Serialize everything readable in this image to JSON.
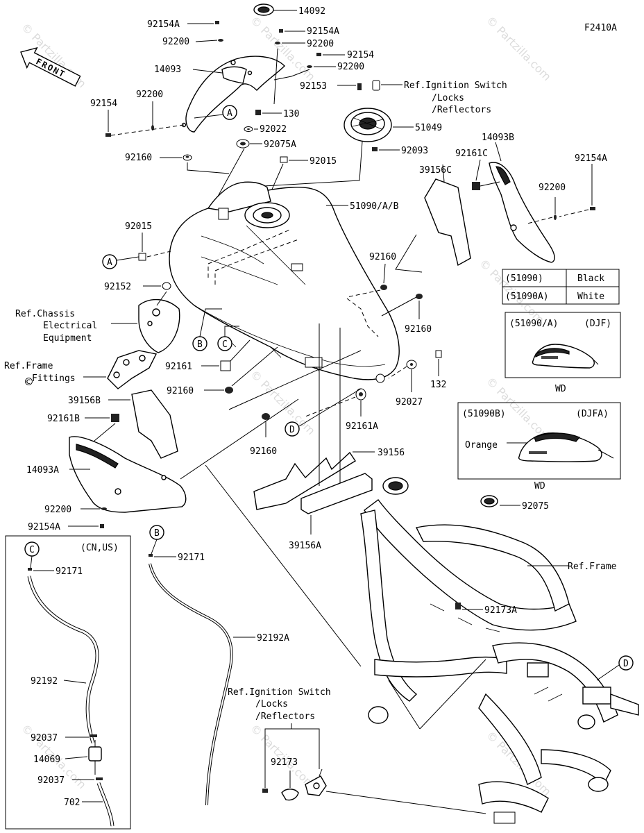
{
  "figure_code": "F2410A",
  "front_label": "FRONT",
  "watermark": "© Partzilla.com",
  "callouts": {
    "A": "A",
    "B": "B",
    "C": "C",
    "D": "D"
  },
  "part_labels": {
    "p14092": "14092",
    "p92154A_1": "92154A",
    "p92200_1": "92200",
    "p92154A_2": "92154A",
    "p92200_2": "92200",
    "p92154": "92154",
    "p92200_3": "92200",
    "p14093": "14093",
    "p92153": "92153",
    "ref_ign_1_a": "Ref.Ignition Switch",
    "ref_ign_1_b": "/Locks",
    "ref_ign_1_c": "/Reflectors",
    "p92154_left": "92154",
    "p92200_left": "92200",
    "p130": "130",
    "p92022": "92022",
    "p51049": "51049",
    "p92075A": "92075A",
    "p92093": "92093",
    "p92160_top": "92160",
    "p92015_top": "92015",
    "p14093B": "14093B",
    "p92161C": "92161C",
    "p39156C": "39156C",
    "p92154A_r": "92154A",
    "p92200_r": "92200",
    "p51090": "51090/A/B",
    "p92015_left": "92015",
    "p92160_mid": "92160",
    "p92152": "92152",
    "p92160_right": "92160",
    "ref_chassis_a": "Ref.Chassis",
    "ref_chassis_b": "Electrical",
    "ref_chassis_c": "Equipment",
    "ref_frame_fit_a": "Ref.Frame",
    "ref_frame_fit_b": "Fittings",
    "p92161": "92161",
    "p92160_b": "92160",
    "p132": "132",
    "p92027": "92027",
    "p39156B": "39156B",
    "p92161B": "92161B",
    "p92161A": "92161A",
    "p92160_c": "92160",
    "p39156": "39156",
    "p14093A": "14093A",
    "p92200_lo": "92200",
    "p92154A_lo": "92154A",
    "p39156A": "39156A",
    "p92075": "92075",
    "ref_frame": "Ref.Frame",
    "p92171_b": "92171",
    "p92171_c": "92171",
    "cn_us": "(CN,US)",
    "p92192A": "92192A",
    "p92173A": "92173A",
    "p92192": "92192",
    "p92037_a": "92037",
    "p14069": "14069",
    "p92037_b": "92037",
    "p702": "702",
    "ref_ign_2_a": "Ref.Ignition Switch",
    "ref_ign_2_b": "/Locks",
    "ref_ign_2_c": "/Reflectors",
    "p92173": "92173"
  },
  "color_table": {
    "rows": [
      {
        "code": "(51090)",
        "color": "Black"
      },
      {
        "code": "(51090A)",
        "color": "White"
      }
    ]
  },
  "variant_box_1": {
    "code": "(51090/A)",
    "tag": "(DJF)",
    "footer": "WD"
  },
  "variant_box_2": {
    "code": "(51090B)",
    "tag": "(DJFA)",
    "color_label": "Orange",
    "footer": "WD"
  }
}
